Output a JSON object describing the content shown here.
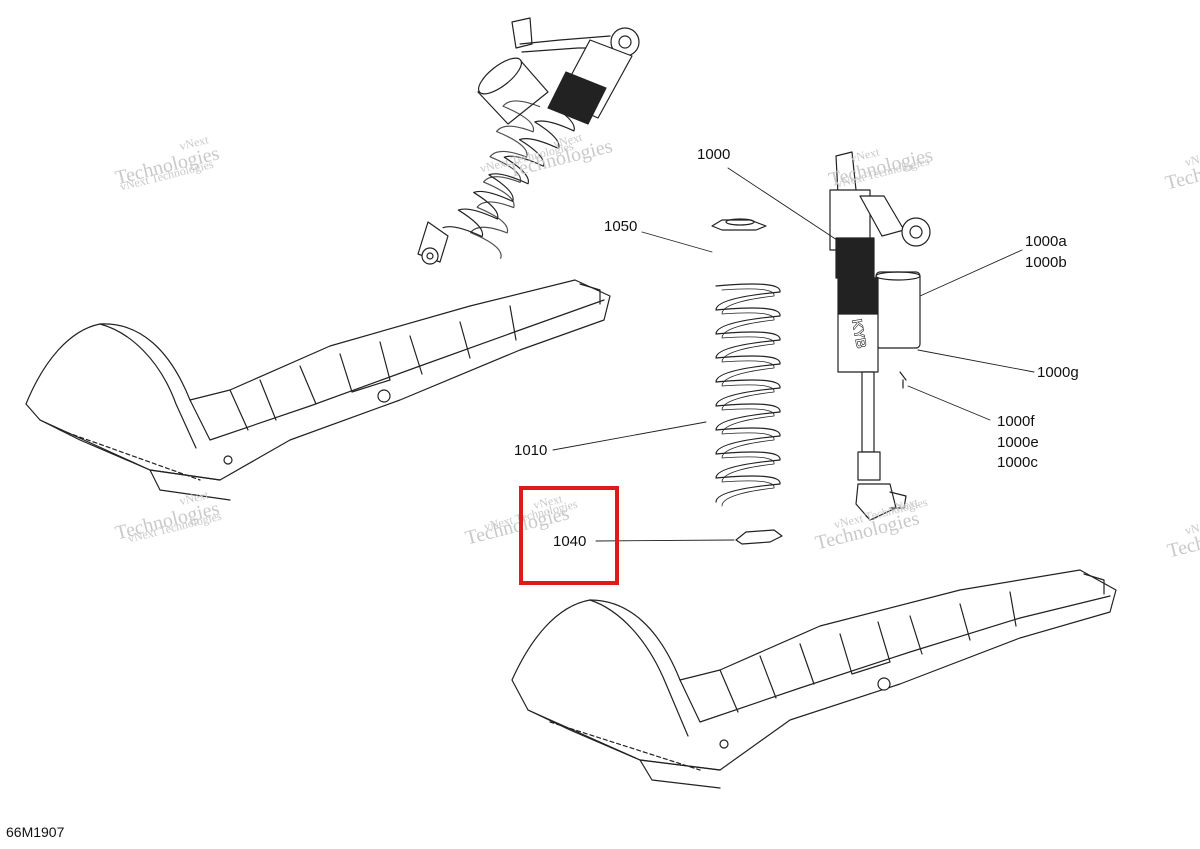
{
  "diagram": {
    "code": "66M1907",
    "callouts": {
      "c1000": "1000",
      "c1050": "1050",
      "c1000a": "1000a",
      "c1000b": "1000b",
      "c1000g": "1000g",
      "c1010": "1010",
      "c1000f": "1000f",
      "c1000e": "1000e",
      "c1000c": "1000c",
      "c1040": "1040"
    },
    "shock_logo": "KYB",
    "highlighted_part": "1040",
    "highlight_color": "#e0191b"
  },
  "watermark": {
    "line1": "vNext",
    "line2": "Technologies",
    "combined": "vNext Technologies"
  }
}
